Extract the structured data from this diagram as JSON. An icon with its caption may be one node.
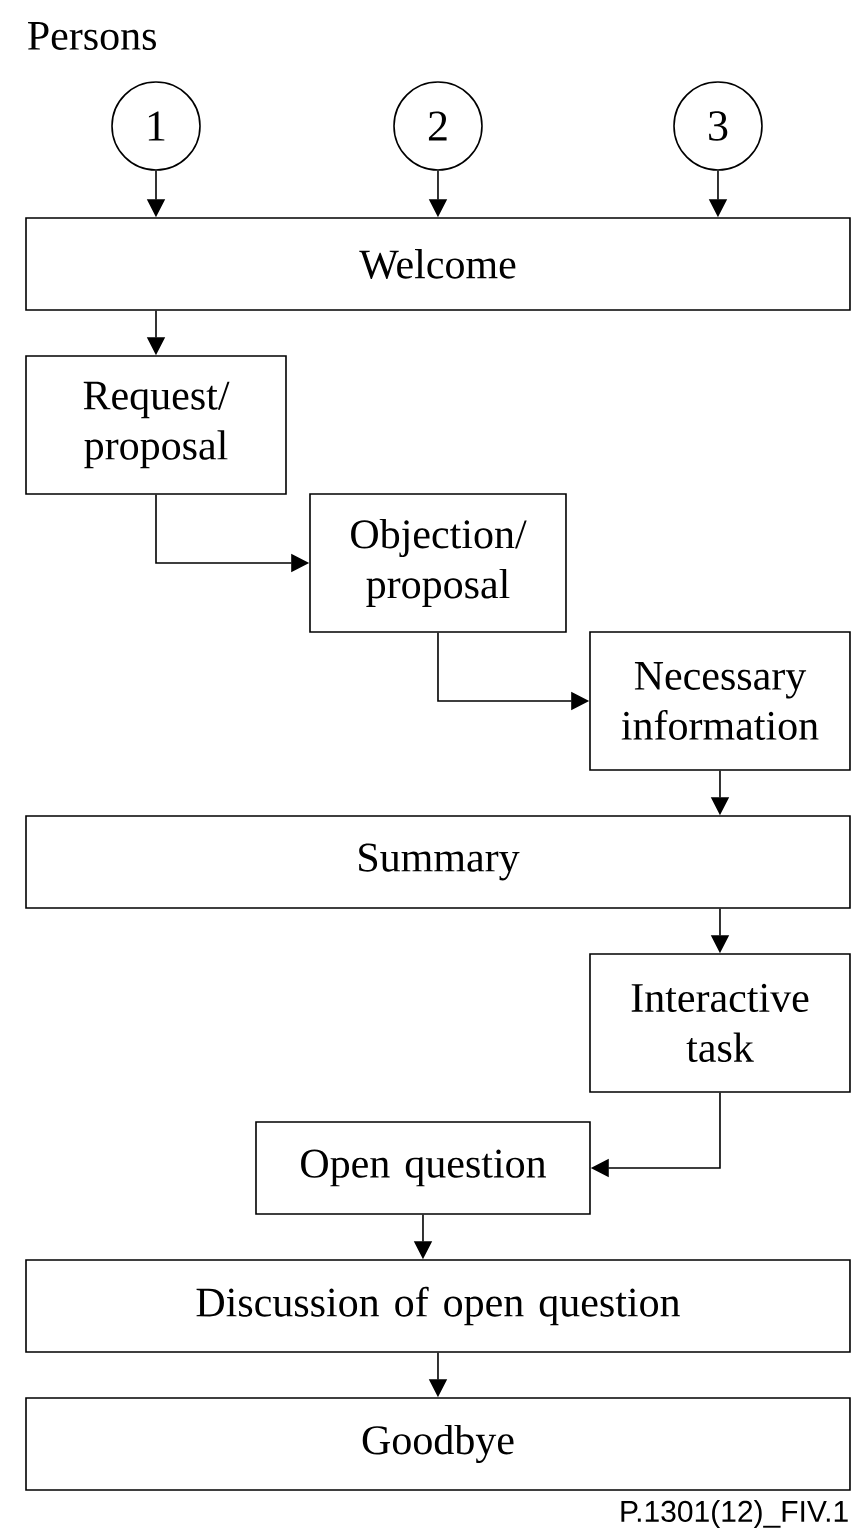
{
  "diagram": {
    "nodes": [
      {
        "text": [
          "1"
        ]
      },
      {
        "text": [
          "2"
        ]
      },
      {
        "text": [
          "3"
        ]
      },
      {
        "text": [
          "Welcome"
        ]
      },
      {
        "text": [
          "Request/ proposal"
        ]
      },
      {
        "text": [
          "Objection/ proposal"
        ]
      },
      {
        "text": [
          "Necessary information"
        ]
      },
      {
        "text": [
          "Summary"
        ]
      },
      {
        "text": [
          "Interactive task"
        ]
      },
      {
        "text": [
          "Open question"
        ]
      },
      {
        "text": [
          "Discussion of open question"
        ]
      },
      {
        "text": [
          "Goodbye"
        ]
      }
    ],
    "edges": [
      {
        "from": 0,
        "to": 3,
        "arrow": "to"
      },
      {
        "from": 1,
        "to": 3,
        "arrow": "to"
      },
      {
        "from": 2,
        "to": 3,
        "arrow": "to"
      },
      {
        "from": 3,
        "to": 4,
        "arrow": "to"
      },
      {
        "from": 4,
        "to": 5,
        "arrow": "to"
      },
      {
        "from": 5,
        "to": 6,
        "arrow": "to"
      },
      {
        "from": 6,
        "to": 7,
        "arrow": "to"
      },
      {
        "from": 7,
        "to": 8,
        "arrow": "to"
      },
      {
        "from": 8,
        "to": 9,
        "arrow": "to"
      },
      {
        "from": 9,
        "to": 10,
        "arrow": "to"
      },
      {
        "from": 10,
        "to": 11,
        "arrow": "to"
      }
    ],
    "labels": [
      "Persons",
      "P.1301(12)_FIV.1"
    ]
  }
}
